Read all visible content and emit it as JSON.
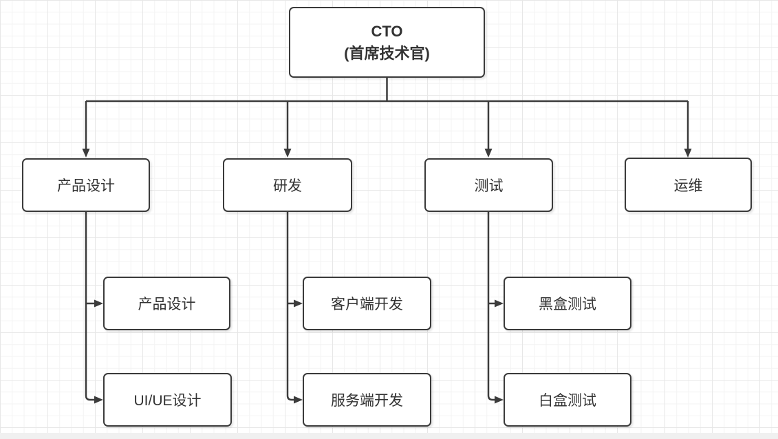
{
  "diagram": {
    "type": "org-chart",
    "root": {
      "id": "cto",
      "label": "CTO",
      "sublabel": "(首席技术官)"
    },
    "departments": [
      {
        "id": "product-design-dept",
        "label": "产品设计"
      },
      {
        "id": "rnd-dept",
        "label": "研发"
      },
      {
        "id": "testing-dept",
        "label": "测试"
      },
      {
        "id": "ops-dept",
        "label": "运维"
      }
    ],
    "teams": [
      {
        "parent": "product-design-dept",
        "label": "产品设计"
      },
      {
        "parent": "product-design-dept",
        "label": "UI/UE设计"
      },
      {
        "parent": "rnd-dept",
        "label": "客户端开发"
      },
      {
        "parent": "rnd-dept",
        "label": "服务端开发"
      },
      {
        "parent": "testing-dept",
        "label": "黑盒测试"
      },
      {
        "parent": "testing-dept",
        "label": "白盒测试"
      }
    ],
    "colors": {
      "node_border": "#3a3a3a",
      "node_fill": "#ffffff",
      "text": "#333333",
      "connector": "#3b3b3b",
      "grid_minor": "#f3f3f3",
      "grid_major": "#e7e7e7",
      "canvas": "#ffffff",
      "scrollbar_track": "#f0f0f0"
    }
  }
}
